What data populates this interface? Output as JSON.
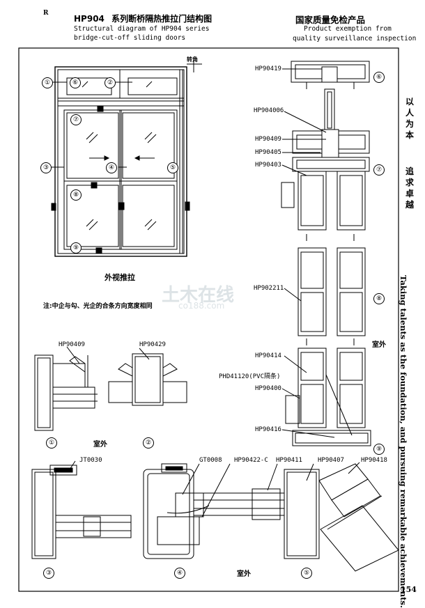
{
  "header": {
    "mark": "R",
    "code": "HP904",
    "title_cn": "系列断桥隔热推拉门结构图",
    "title_en_1": "Structural diagram of HP904 series",
    "title_en_2": "bridge-cut-off sliding doors",
    "cert_cn": "国家质量免检产品",
    "cert_en_1": "Product exemption from",
    "cert_en_2": "quality surveillance inspection"
  },
  "elevation": {
    "top_label": "转角",
    "caption": "外视推拉",
    "note": "注:中企与勾、光企的合条方向宽度相同",
    "numbers": [
      "①",
      "②",
      "③",
      "④",
      "⑤",
      "⑥",
      "⑦",
      "⑧",
      "⑨"
    ]
  },
  "right_section": {
    "labels": [
      "HP90419",
      "HP904006",
      "HP90409",
      "HP90405",
      "HP90403",
      "HP902211",
      "HP90414",
      "PHD41120(PVC隔条)",
      "HP90400",
      "HP90416"
    ],
    "numbers": [
      "⑥",
      "⑦",
      "⑧",
      "⑨"
    ],
    "outside": "室外"
  },
  "bottom_details": {
    "labels": [
      "HP90409",
      "HP90429",
      "JT0030",
      "GT0008",
      "HP90422-C",
      "HP90411",
      "HP90407",
      "HP90418"
    ],
    "outside_1": "室外",
    "outside_2": "室外",
    "numbers": [
      "①",
      "②",
      "③",
      "④",
      "⑤"
    ]
  },
  "side_text": {
    "cn_1": "以人为本",
    "cn_2": "追求卓越",
    "en": "Taking talents as the foundation, and pursuing remarkable achievements."
  },
  "watermark": {
    "cn": "土木在线",
    "en": "co188.com"
  },
  "page_number": "154"
}
